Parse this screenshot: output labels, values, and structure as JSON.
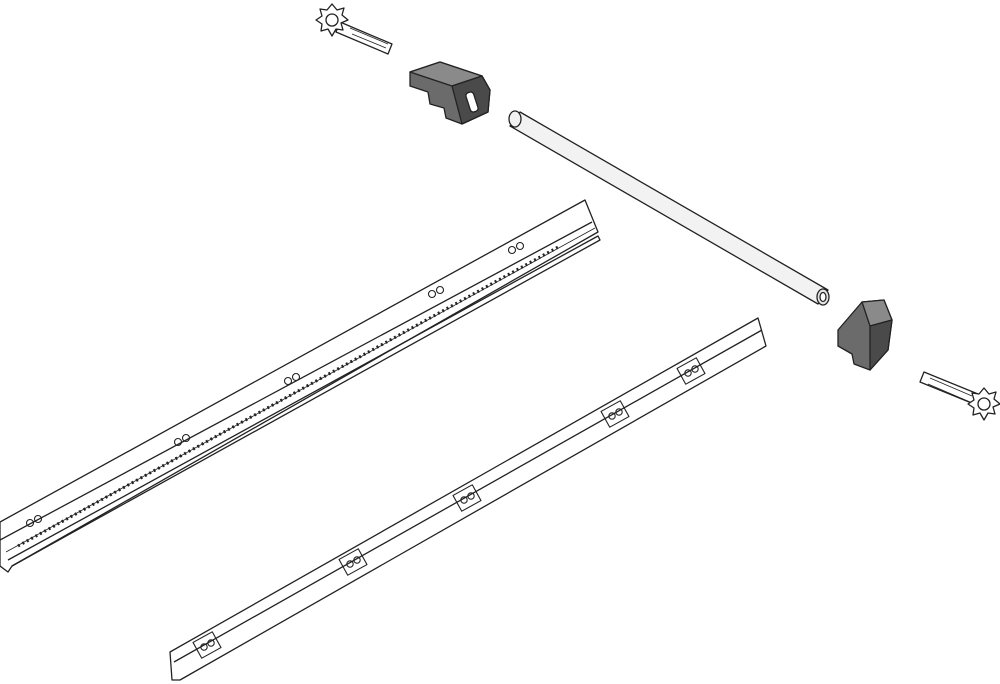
{
  "figure": {
    "subject": "drawer-runner-kit",
    "colors": {
      "background": "#ffffff",
      "line": "#222222",
      "connector_fill": "#6b6b6b",
      "connector_shade": "#4a4a4a",
      "rod_fill": "#f2f2f2",
      "rail_fill": "#ffffff"
    },
    "parts": [
      "screw-top",
      "connector-top",
      "rod",
      "upper-rail",
      "lower-rail",
      "connector-bottom",
      "screw-bottom"
    ]
  }
}
